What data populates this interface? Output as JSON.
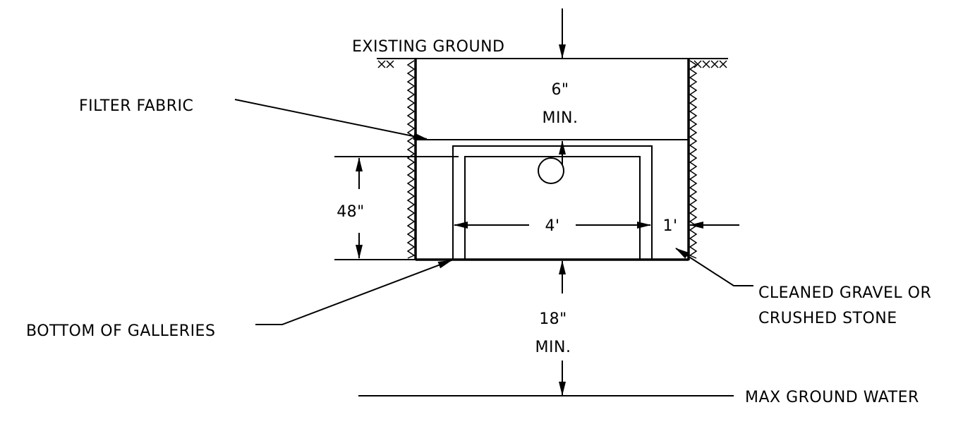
{
  "labels": {
    "existing_ground": "EXISTING GROUND",
    "filter_fabric": "FILTER FABRIC",
    "bottom_of_galleries": "BOTTOM OF GALLERIES",
    "cleaned_gravel_line1": "CLEANED GRAVEL OR",
    "cleaned_gravel_line2": "CRUSHED STONE",
    "max_ground_water": "MAX GROUND WATER"
  },
  "dimensions": {
    "cover_value": "6\"",
    "cover_min": "MIN.",
    "gallery_height": "48\"",
    "gallery_width": "4'",
    "side_clearance": "1'",
    "separation_value": "18\"",
    "separation_min": "MIN."
  },
  "colors": {
    "ink": "#000000",
    "background": "#ffffff"
  }
}
